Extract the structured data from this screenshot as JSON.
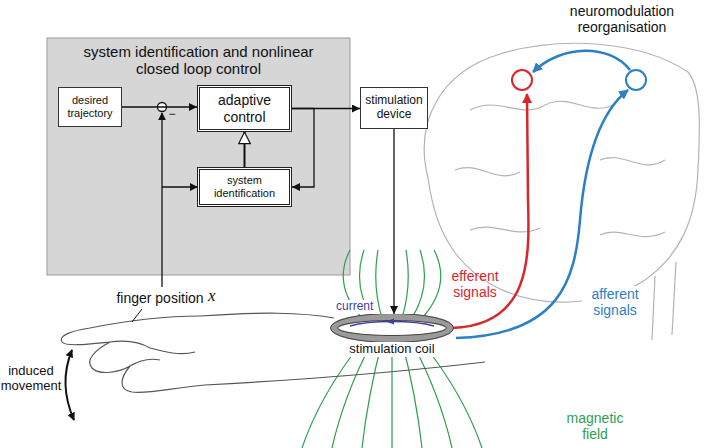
{
  "diagram": {
    "nodes": [
      {
        "text": [
          "system identification and nonlinear closed loop control"
        ]
      },
      {
        "text": [
          "desired trajectory"
        ],
        "in": 0
      },
      {
        "text": [
          "adaptive control"
        ],
        "in": 0
      },
      {
        "text": [
          "system identification"
        ],
        "in": 0
      },
      {
        "text": [
          "stimulation device"
        ]
      },
      {
        "text": [
          "stimulation coil"
        ]
      }
    ],
    "edges": [
      {
        "from": 1,
        "to": 2,
        "arrow": "to"
      },
      {
        "from": 2,
        "to": 4,
        "arrow": "to"
      },
      {
        "from": 2,
        "to": 3,
        "arrow": "to"
      },
      {
        "from": 3,
        "to": 2,
        "arrow": "to"
      },
      {
        "from": 4,
        "to": 5,
        "arrow": "to"
      }
    ],
    "labels": [
      "neuromodulation reorganisation",
      "−",
      "finger position",
      "x",
      "induced movement",
      "current",
      "efferent signals",
      "afferent signals",
      "magnetic field"
    ]
  }
}
